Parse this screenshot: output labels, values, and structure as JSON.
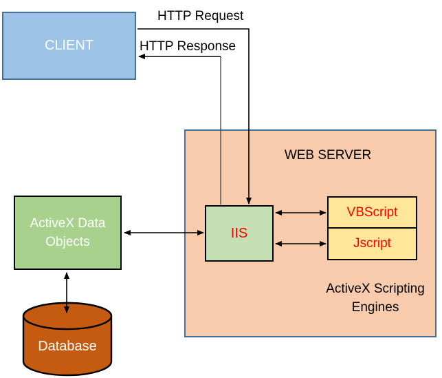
{
  "nodes": {
    "client": {
      "label": "CLIENT"
    },
    "web_server": {
      "label": "WEB SERVER"
    },
    "iis": {
      "label": "IIS"
    },
    "vbscript": {
      "label": "VBScript"
    },
    "jscript": {
      "label": "Jscript"
    },
    "scripting_engines": {
      "line1": "ActiveX Scripting",
      "line2": "Engines"
    },
    "ado": {
      "line1": "ActiveX Data",
      "line2": "Objects"
    },
    "database": {
      "label": "Database"
    }
  },
  "connectors": {
    "http_request": {
      "label": "HTTP Request"
    },
    "http_response": {
      "label": "HTTP Response"
    }
  },
  "colors": {
    "client_fill": "#9DC3E6",
    "server_fill": "#F8CBAD",
    "iis_fill": "#C5E0B4",
    "script_fill": "#FFE699",
    "ado_fill": "#A9D18E",
    "database_fill": "#C55A11",
    "border_blue": "#41719C",
    "red_text": "#FF0000",
    "line_black": "#000000"
  }
}
